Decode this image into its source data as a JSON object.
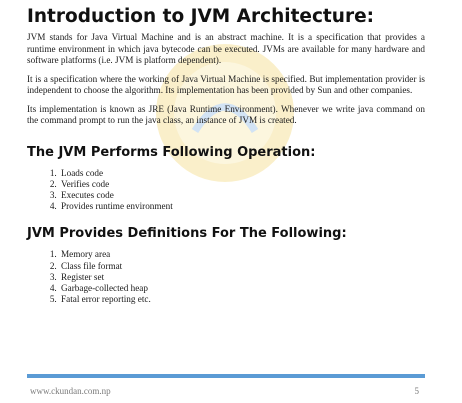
{
  "heading": "Introduction to JVM Architecture:",
  "paragraphs": [
    "JVM stands for Java Virtual Machine and is an abstract machine. It is a specification that provides a runtime environment in which java bytecode can be executed. JVMs are available for many hardware and software platforms (i.e. JVM is platform dependent).",
    "It is a specification where the working of Java Virtual Machine is specified. But implementation provider is independent to choose the algorithm. Its implementation has been provided by Sun and other companies.",
    "Its implementation is known as JRE (Java Runtime Environment). Whenever we write java command on the command prompt to run the java class, an instance of JVM is created."
  ],
  "operations": {
    "title": "The JVM Performs Following Operation:",
    "items": [
      "Loads code",
      "Verifies code",
      "Executes code",
      "Provides runtime environment"
    ]
  },
  "definitions": {
    "title": "JVM Provides Definitions For The Following:",
    "items": [
      "Memory area",
      "Class file format",
      "Register set",
      "Garbage-collected heap",
      "Fatal error reporting etc."
    ]
  },
  "footer": {
    "url": "www.ckundan.com.np",
    "page_number": "5"
  },
  "colors": {
    "footer_bar": "#5b9bd5",
    "watermark": "#f2d46b"
  }
}
